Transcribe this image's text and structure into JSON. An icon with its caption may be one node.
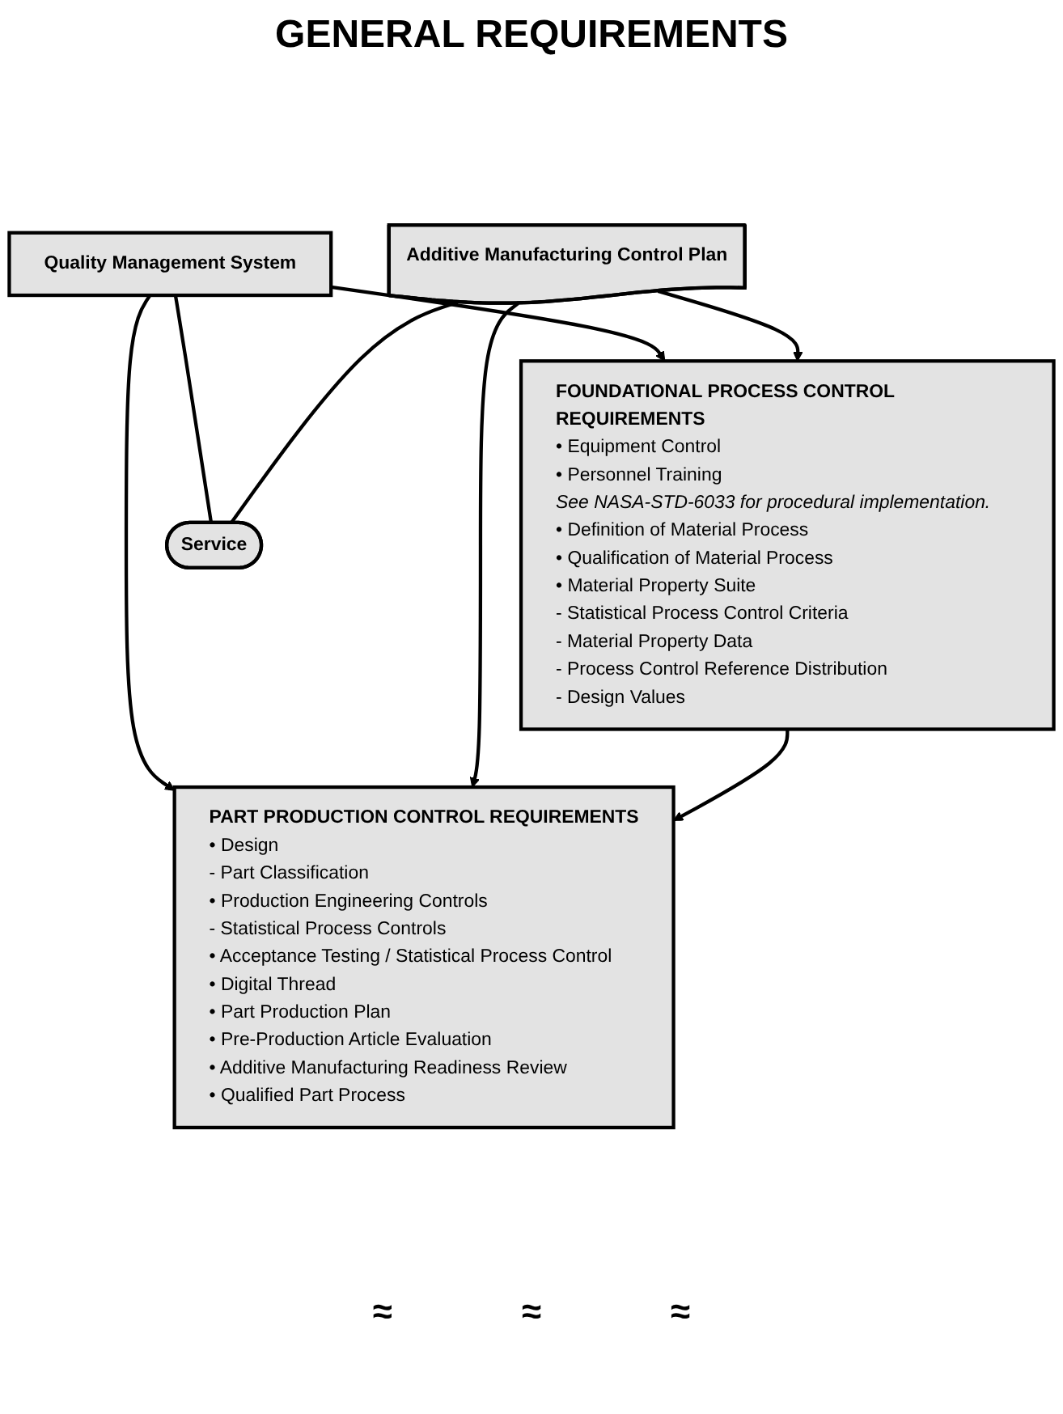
{
  "diagram": {
    "title": "GENERAL REQUIREMENTS",
    "nodes": [
      {
        "text": [
          "Additive Manufacturing Control Plan"
        ]
      },
      {
        "text": [
          "Quality Management System"
        ]
      },
      {
        "text": [
          "FOUNDATIONAL PROCESS CONTROL REQUIREMENTS",
          "• Equipment Control",
          "• Personnel Training",
          "See NASA-STD-6033 for procedural implementation.",
          "• Definition of Material Process",
          "• Qualification of Material Process",
          "• Material Property Suite",
          "- Statistical Process Control Criteria",
          "- Material Property Data",
          "- Process Control Reference Distribution",
          "- Design Values"
        ]
      },
      {
        "text": [
          "PART PRODUCTION CONTROL REQUIREMENTS",
          "• Design",
          "- Part Classification",
          "• Production Engineering Controls",
          "- Statistical Process Controls",
          "• Acceptance Testing / Statistical Process Control",
          "• Digital Thread",
          "• Part Production Plan",
          "• Pre-Production Article Evaluation",
          "• Additive Manufacturing Readiness Review",
          "• Qualified Part Process"
        ]
      },
      {
        "text": [
          "Service"
        ]
      }
    ],
    "edges": [
      {
        "from": 0,
        "to": 2,
        "arrow": "to"
      },
      {
        "from": 1,
        "to": 2,
        "arrow": "to"
      },
      {
        "from": 2,
        "to": 3,
        "arrow": "to"
      },
      {
        "from": 0,
        "to": 3,
        "arrow": "to"
      },
      {
        "from": 1,
        "to": 3,
        "arrow": "to"
      },
      {
        "from": 0,
        "to": 4,
        "arrow": "none"
      },
      {
        "from": 1,
        "to": 4,
        "arrow": "none"
      }
    ],
    "labels": [
      "≈",
      "≈",
      "≈"
    ]
  }
}
